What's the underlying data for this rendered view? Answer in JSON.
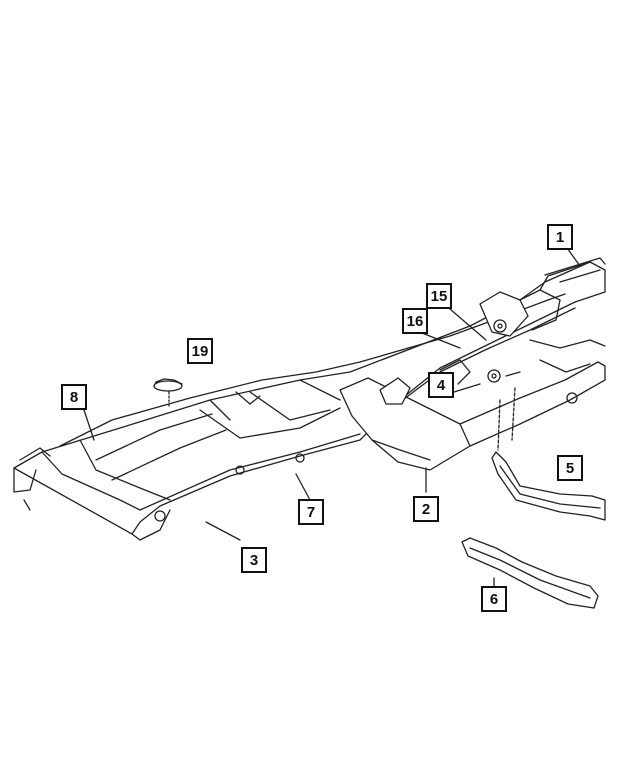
{
  "diagram": {
    "colors": {
      "line": "#222222",
      "fill": "#ffffff",
      "background": "#ffffff"
    },
    "callouts": {
      "c1": "1",
      "c2": "2",
      "c3": "3",
      "c4": "4",
      "c5": "5",
      "c6": "6",
      "c7": "7",
      "c8": "8",
      "c15": "15",
      "c16": "16",
      "c19": "19"
    }
  }
}
